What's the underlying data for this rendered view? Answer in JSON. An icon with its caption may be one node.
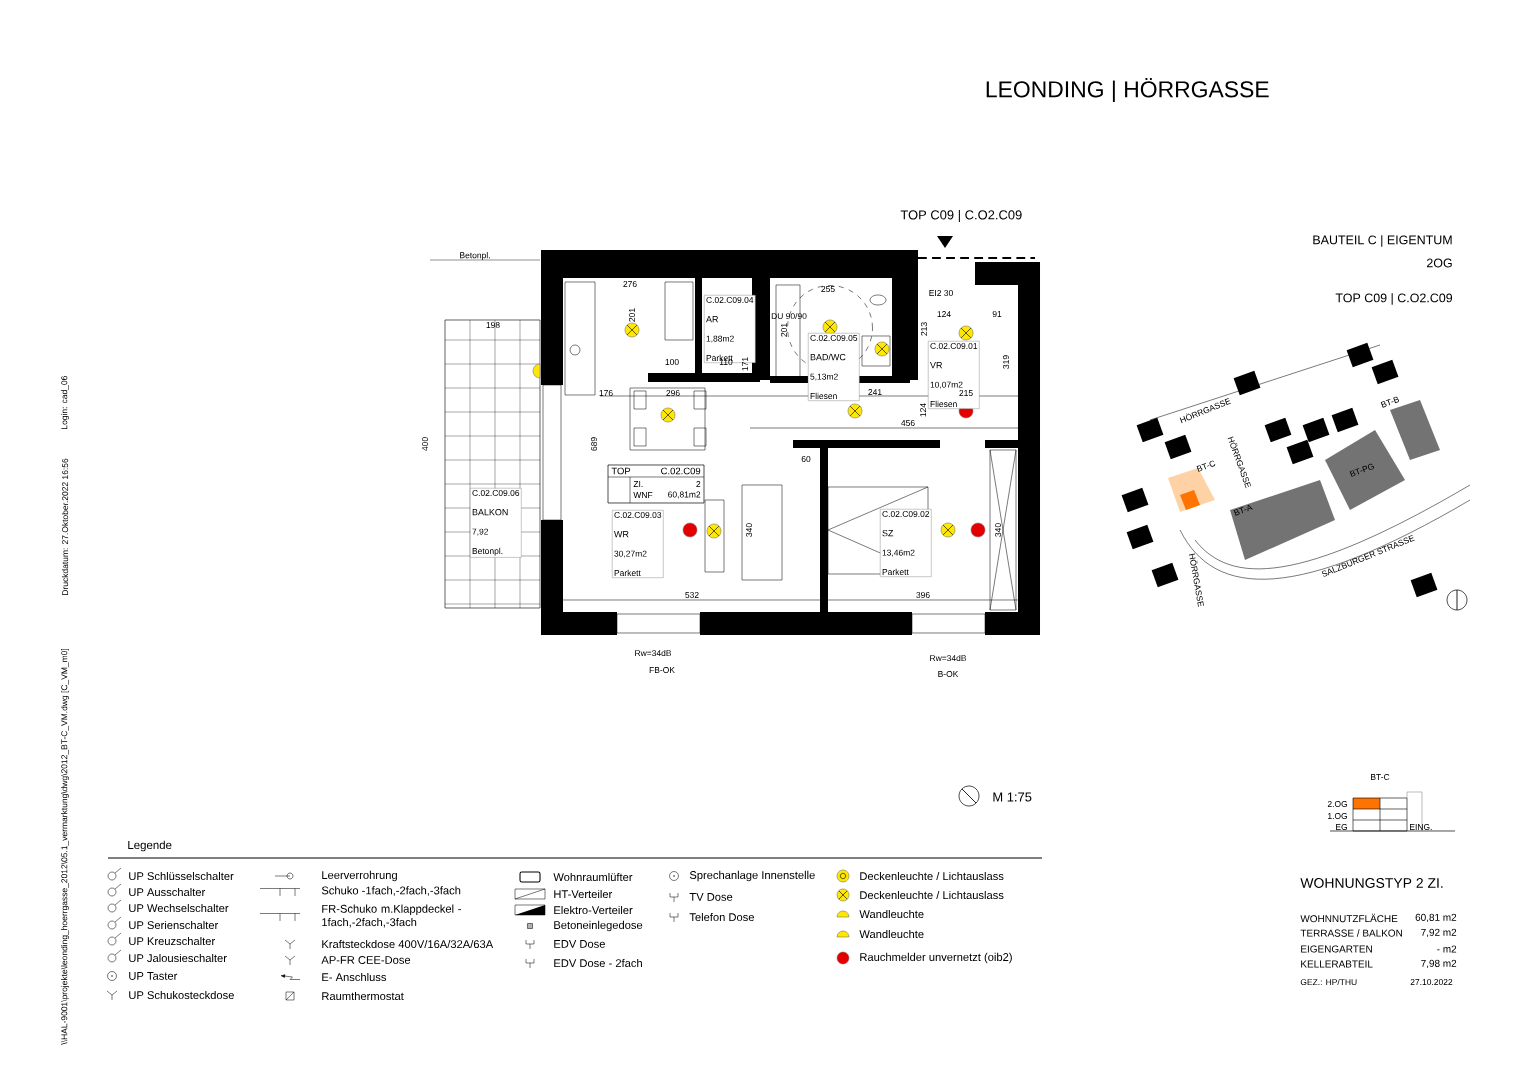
{
  "diagram": {
    "title": "LEONDING | HÖRRGASSE",
    "nodes": [
      {
        "text": [
          "TOP",
          "C.02.C09",
          "ZI.",
          "2",
          "WNF",
          "60,81m2"
        ]
      },
      {
        "text": [
          "C.02.C09.04",
          "AR",
          "1,88m2",
          "Parkett"
        ]
      },
      {
        "text": [
          "C.02.C09.05",
          "BAD/WC",
          "5,13m2",
          "Fliesen"
        ]
      },
      {
        "text": [
          "C.02.C09.01",
          "VR",
          "10,07m2",
          "Fliesen"
        ]
      },
      {
        "text": [
          "C.02.C09.03",
          "WR",
          "30,27m2",
          "Parkett"
        ]
      },
      {
        "text": [
          "C.02.C09.02",
          "SZ",
          "13,46m2",
          "Parkett"
        ]
      },
      {
        "text": [
          "C.02.C09.06",
          "BALKON",
          "7,92",
          "Betonpl."
        ]
      }
    ],
    "edges": [],
    "labels": [
      "TOP C09 | C.O2.C09",
      "BAUTEIL C | EIGENTUM",
      "2OG",
      "TOP C09 | C.O2.C09",
      "M 1:75",
      "Legende",
      "BT-C",
      "2.OG",
      "1.OG",
      "EG",
      "EING.",
      "WOHNUNGSTYP 2 ZI.",
      "WOHNNUTZFLÄCHE",
      "60,81 m2",
      "TERRASSE / BALKON",
      "7,92 m2",
      "EIGENGARTEN",
      "- m2",
      "KELLERABTEIL",
      "7,98 m2",
      "GEZ.: HP/THU",
      "27.10.2022",
      "\\\\HAL-9001\\projekte\\leonding_hoerrgasse_2012\\05.1_vermarktung\\dwg\\2012_BT-C_VM.dwg [C_VM_m0]",
      "Druckdatum: 27.Oktober.2022 16:56",
      "Login: cad_06",
      "HÖRRGASSE",
      "HÖRRGASSE",
      "BT-C",
      "BT-A",
      "BT-B",
      "BT-PG",
      "SALZBURGER STRASSE",
      "HÖRRGASSE",
      "Betonpl.",
      "198",
      "400",
      "276",
      "201",
      "100",
      "110",
      "171",
      "176",
      "296",
      "689",
      "532",
      "340",
      "255",
      "DU 90/90",
      "201",
      "241",
      "456",
      "124",
      "213",
      "124",
      "91",
      "319",
      "215",
      "60",
      "340",
      "396",
      "EI2 30",
      "Rw=34dB",
      "FB-OK",
      "Rw=34dB",
      "B-OK"
    ],
    "legend": [
      {
        "text": "UP Schlüsselschalter"
      },
      {
        "text": "UP Ausschalter"
      },
      {
        "text": "UP Wechselschalter"
      },
      {
        "text": "UP Serienschalter"
      },
      {
        "text": "UP Kreuzschalter"
      },
      {
        "text": "UP Jalousieschalter"
      },
      {
        "text": "UP Taster"
      },
      {
        "text": "UP Schukosteckdose"
      },
      {
        "text": "Leerverrohrung"
      },
      {
        "text": "Schuko -1fach,-2fach,-3fach"
      },
      {
        "text": "FR-Schuko m.Klappdeckel -1fach,-2fach,-3fach"
      },
      {
        "text": "Kraftsteckdose 400V/16A/32A/63A"
      },
      {
        "text": "AP-FR CEE-Dose"
      },
      {
        "text": "E- Anschluss"
      },
      {
        "text": "Raumthermostat"
      },
      {
        "text": "Wohnraumlüfter"
      },
      {
        "text": "HT-Verteiler"
      },
      {
        "text": "Elektro-Verteiler"
      },
      {
        "text": "Betoneinlegedose"
      },
      {
        "text": "EDV Dose"
      },
      {
        "text": "EDV Dose - 2fach"
      },
      {
        "text": "Sprechanlage Innenstelle"
      },
      {
        "text": "TV Dose"
      },
      {
        "text": "Telefon Dose"
      },
      {
        "text": "Deckenleuchte /  Lichtauslass"
      },
      {
        "text": "Deckenleuchte /  Lichtauslass"
      },
      {
        "text": "Wandleuchte"
      },
      {
        "text": "Wandleuchte"
      },
      {
        "text": "Rauchmelder unvernetzt (oib2)"
      }
    ]
  }
}
